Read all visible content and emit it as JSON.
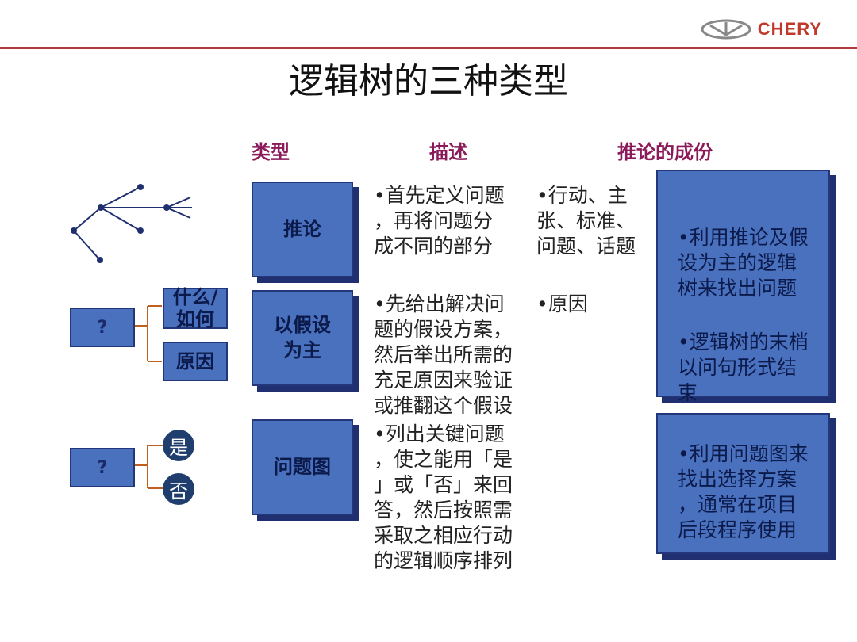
{
  "header": {
    "logo_text": "CHERY",
    "brand_color": "#c0392b"
  },
  "title": "逻辑树的三种类型",
  "columns": {
    "type": "类型",
    "description": "描述",
    "components": "推论的成份"
  },
  "rows": [
    {
      "type": "推论",
      "description": [
        "•首先定义问题",
        "，再将问题分",
        "成不同的部分"
      ],
      "components": [
        "•行动、主",
        "张、标准、",
        "问题、话题"
      ]
    },
    {
      "type": [
        "以假设",
        "为主"
      ],
      "description": [
        "•先给出解决问",
        "题的假设方案，",
        "然后举出所需的",
        "充足原因来验证",
        "或推翻这个假设"
      ],
      "components": [
        "•原因"
      ]
    },
    {
      "type": "问题图",
      "description": [
        "•列出关键问题",
        "，使之能用「是",
        "」或「否」来回",
        "答，然后按照需",
        "采取之相应行动",
        "的逻辑顺序排列"
      ]
    }
  ],
  "notes": {
    "top": [
      "•利用推论及假",
      "设为主的逻辑",
      "树来找出问题",
      "",
      "•逻辑树的末梢",
      "以问句形式结",
      "束"
    ],
    "bottom": [
      "•利用问题图来",
      "找出选择方案",
      "，通常在项目",
      "后段程序使用"
    ]
  },
  "diagram_hypothesis": {
    "root": "?",
    "branches": [
      [
        "什么/",
        "如何"
      ],
      "原因"
    ]
  },
  "diagram_issue": {
    "root": "?",
    "branches": [
      "是",
      "否"
    ]
  },
  "colors": {
    "box_fill": "#4a71be",
    "box_shadow": "#1f2f70",
    "header_accent": "#8b1a5a",
    "rule_line": "#b23a3a",
    "circle_fill": "#1f3e6e"
  }
}
